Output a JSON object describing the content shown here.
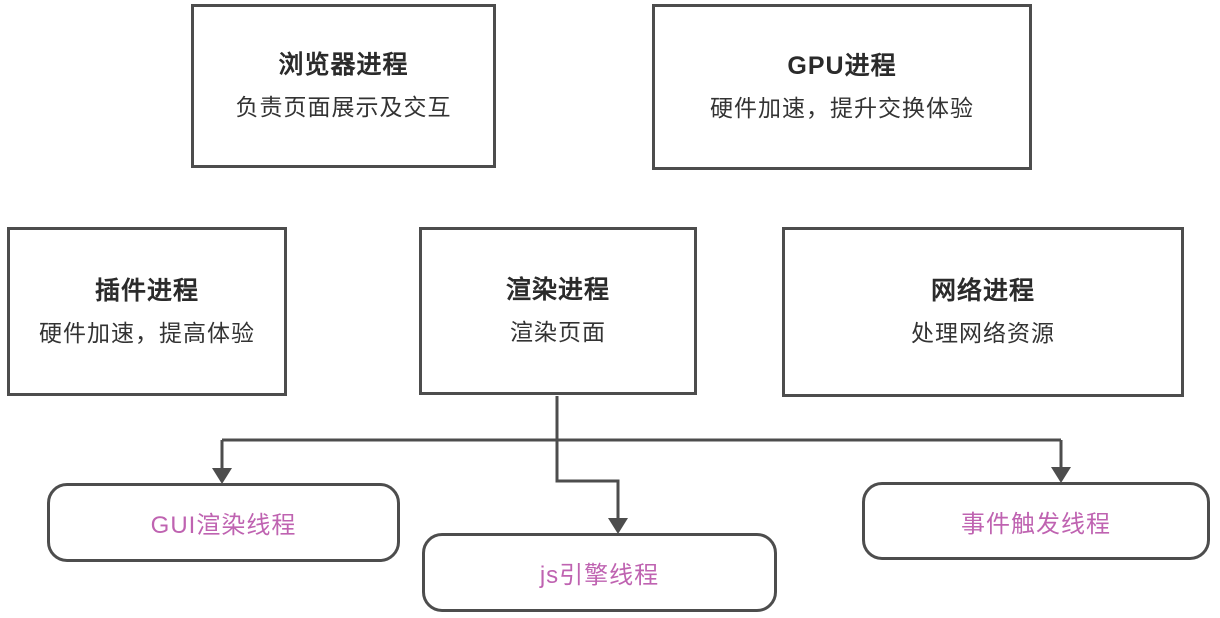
{
  "colors": {
    "background": "#ffffff",
    "box_border": "#4d4d4d",
    "connector_line": "#4d4d4d",
    "process_title_text": "#2b2b2b",
    "process_subtitle_text": "#333333",
    "thread_text": "#bf63b1"
  },
  "processes": [
    {
      "title": "浏览器进程",
      "subtitle": "负责页面展示及交互"
    },
    {
      "title": "GPU进程",
      "subtitle": "硬件加速，提升交换体验"
    },
    {
      "title": "插件进程",
      "subtitle": "硬件加速，提高体验"
    },
    {
      "title": "渲染进程",
      "subtitle": "渲染页面"
    },
    {
      "title": "网络进程",
      "subtitle": "处理网络资源"
    }
  ],
  "threads": [
    {
      "label": "GUI渲染线程"
    },
    {
      "label": "js引擎线程"
    },
    {
      "label": "事件触发线程"
    }
  ],
  "edges": [
    {
      "from": "渲染进程",
      "to": "GUI渲染线程"
    },
    {
      "from": "渲染进程",
      "to": "js引擎线程"
    },
    {
      "from": "渲染进程",
      "to": "事件触发线程"
    }
  ]
}
